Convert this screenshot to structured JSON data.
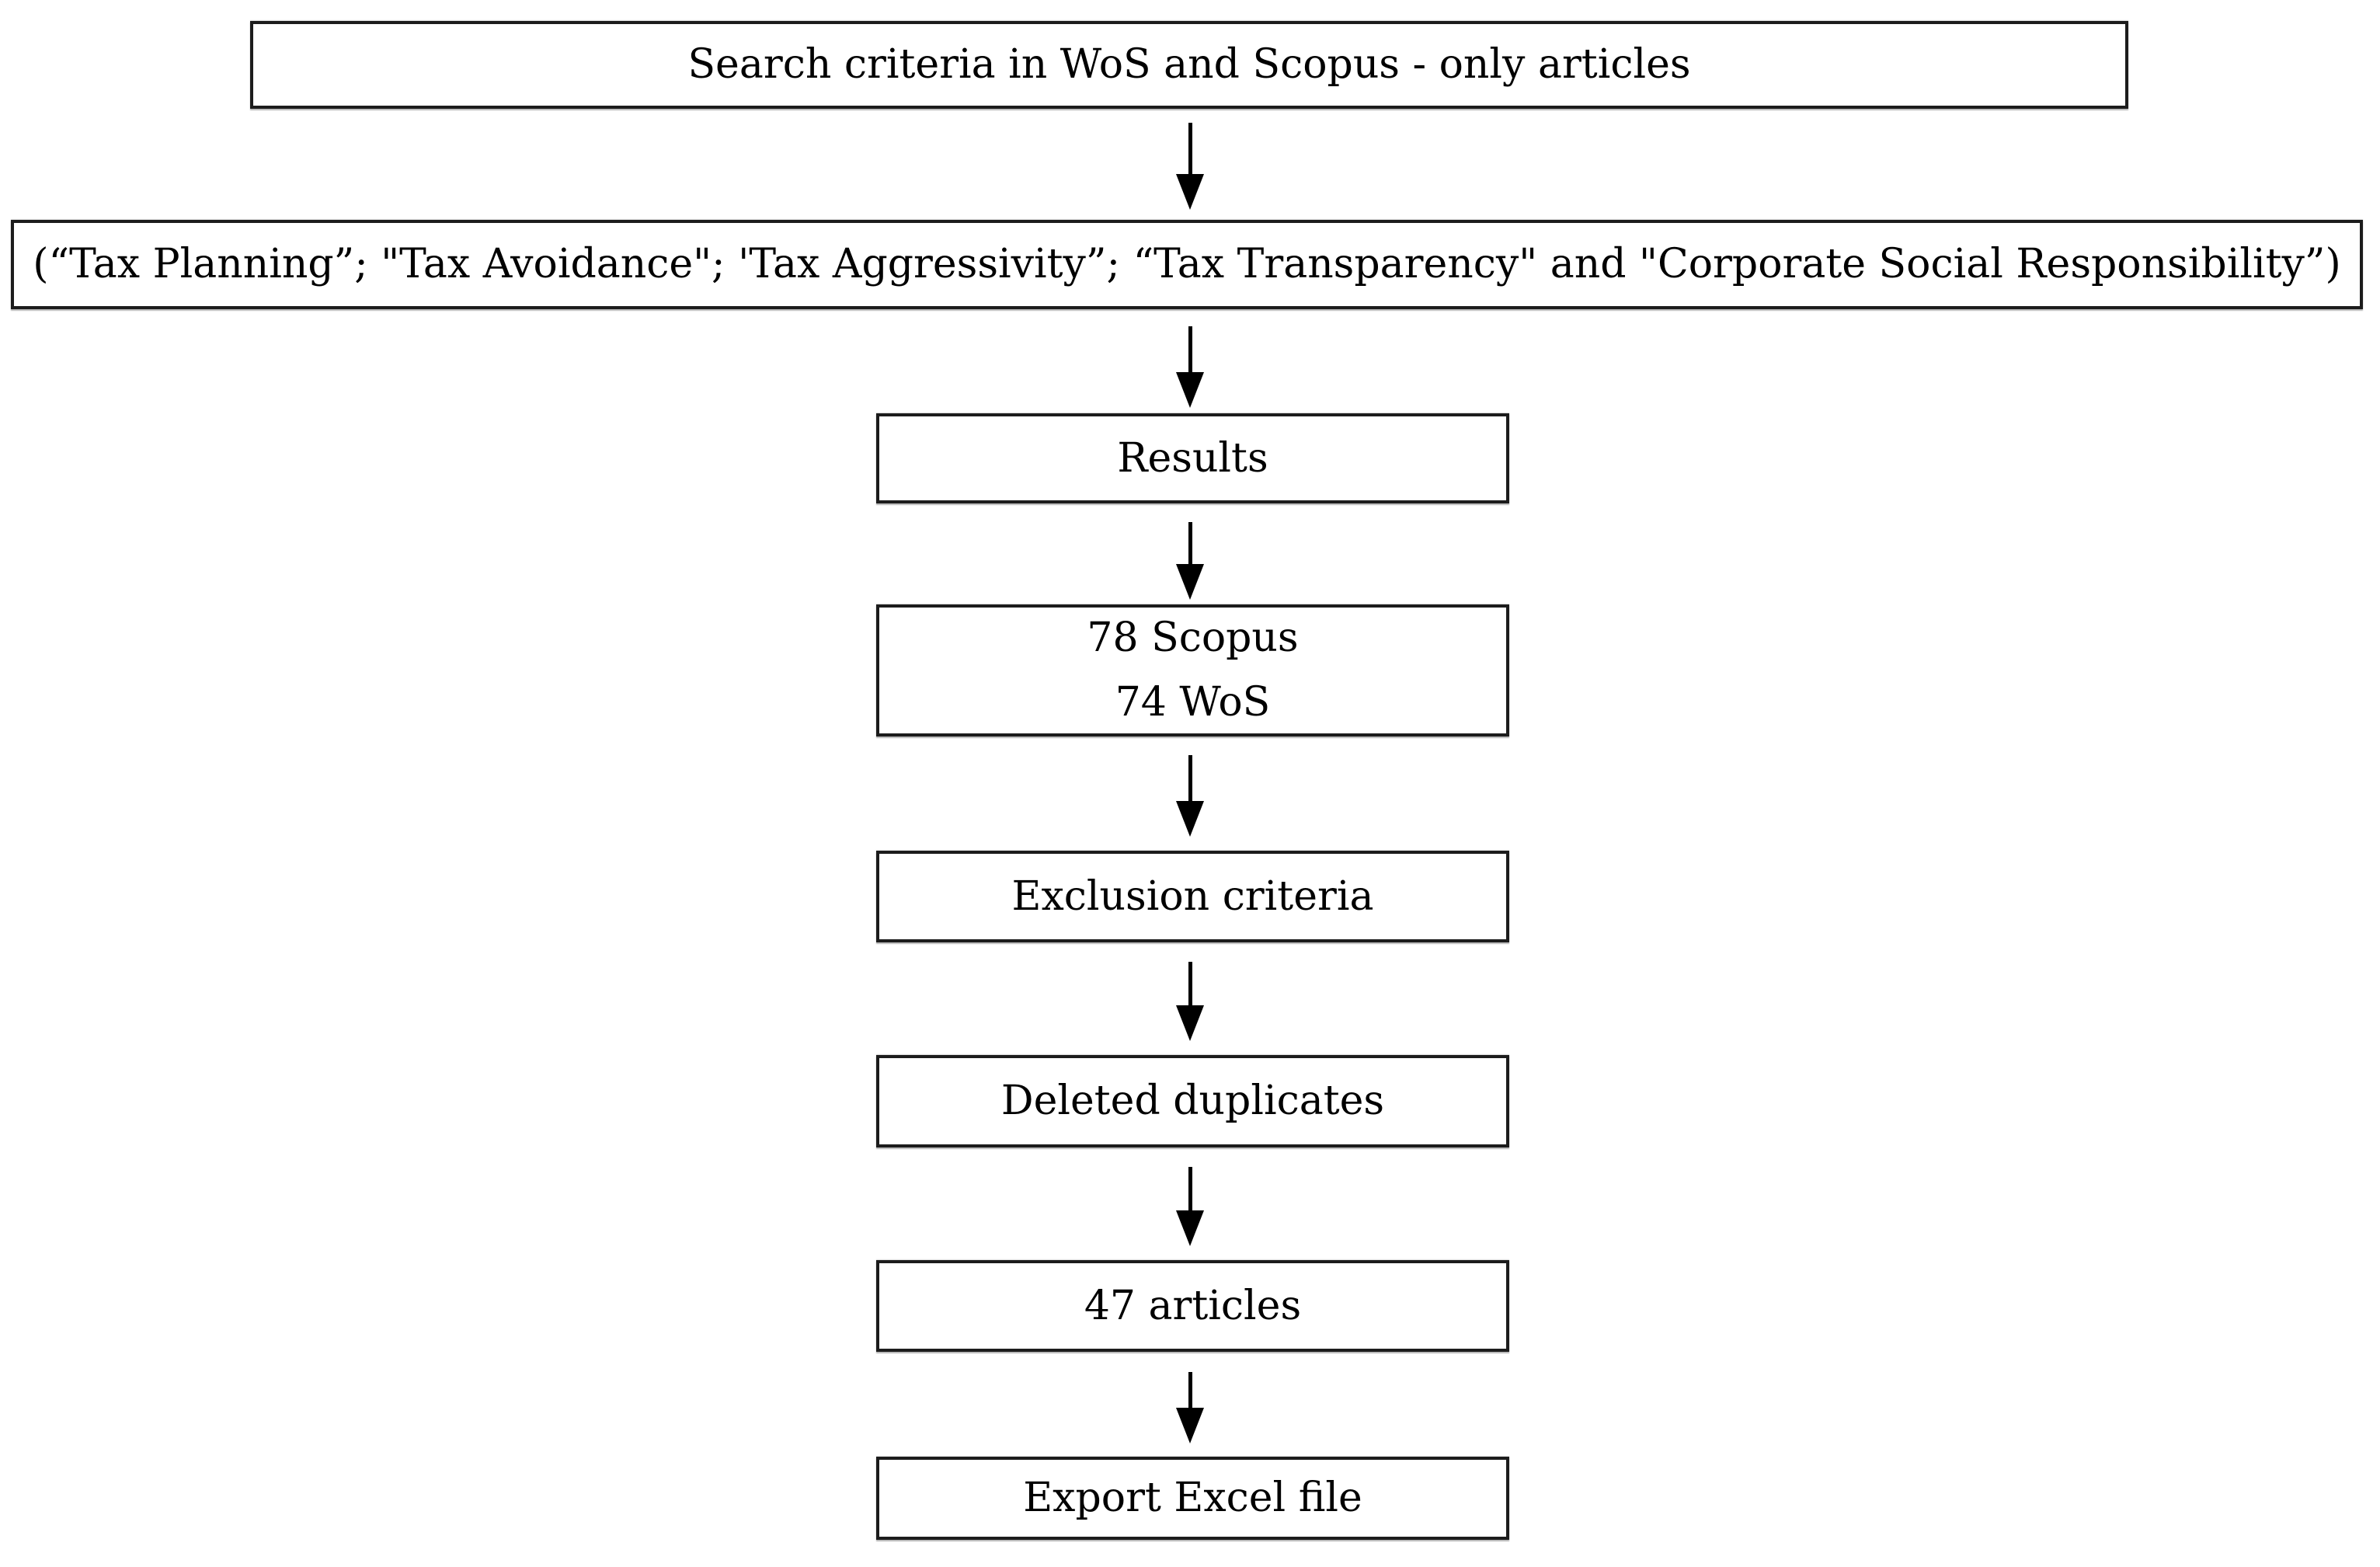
{
  "flowchart": {
    "colors": {
      "border": "#1c1c1c",
      "background": "#ffffff",
      "text": "#000000",
      "arrow": "#000000"
    },
    "nodes": [
      {
        "id": "search-criteria",
        "label": "Search criteria in WoS and Scopus - only articles"
      },
      {
        "id": "keywords",
        "label": "(“Tax Planning”; \"Tax Avoidance\"; 'Tax Aggressivity”; “Tax Transparency\" and \"Corporate Social Responsibility”)"
      },
      {
        "id": "results",
        "label": "Results"
      },
      {
        "id": "result-counts",
        "lines": [
          "78 Scopus",
          "74 WoS"
        ]
      },
      {
        "id": "exclusion-criteria",
        "label": "Exclusion criteria"
      },
      {
        "id": "deleted-duplicates",
        "label": "Deleted duplicates"
      },
      {
        "id": "articles-count",
        "label": "47 articles"
      },
      {
        "id": "export-excel",
        "label": "Export Excel file"
      }
    ]
  }
}
